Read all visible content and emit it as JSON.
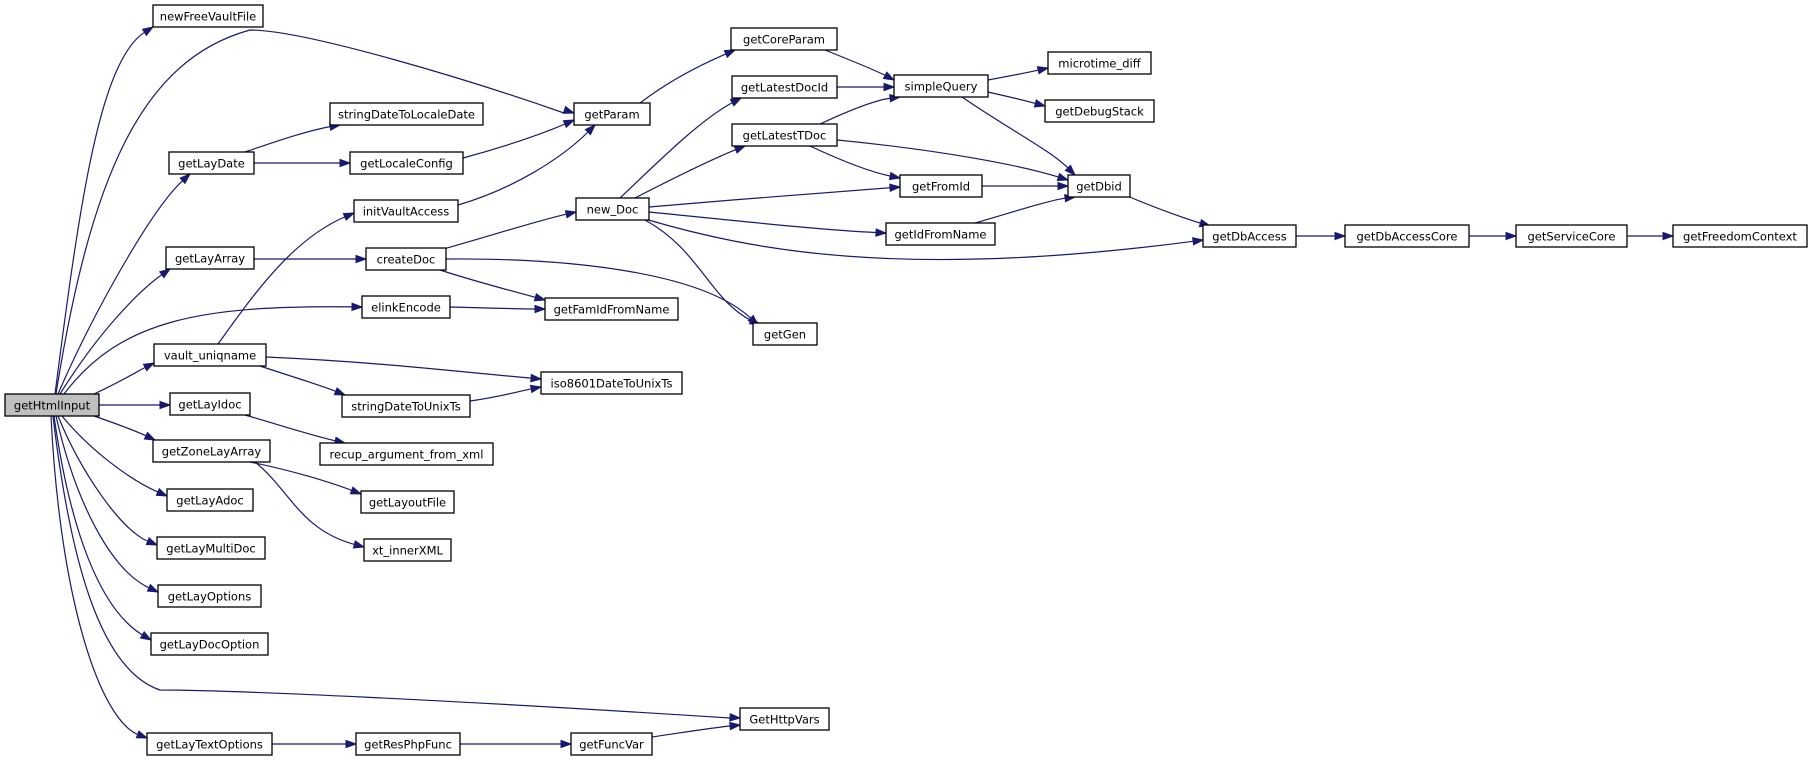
{
  "nodes": {
    "getHtmlInput": "getHtmlInput",
    "newFreeVaultFile": "newFreeVaultFile",
    "getParam": "getParam",
    "getLayDate": "getLayDate",
    "stringDateToLocaleDate": "stringDateToLocaleDate",
    "getLocaleConfig": "getLocaleConfig",
    "getLayArray": "getLayArray",
    "createDoc": "createDoc",
    "initVaultAccess": "initVaultAccess",
    "elinkEncode": "elinkEncode",
    "getFamIdFromName": "getFamIdFromName",
    "vault_uniqname": "vault_uniqname",
    "iso8601DateToUnixTs": "iso8601DateToUnixTs",
    "stringDateToUnixTs": "stringDateToUnixTs",
    "getLayIdoc": "getLayIdoc",
    "recup_argument_from_xml": "recup_argument_from_xml",
    "getZoneLayArray": "getZoneLayArray",
    "getLayoutFile": "getLayoutFile",
    "xt_innerXML": "xt_innerXML",
    "getLayAdoc": "getLayAdoc",
    "getLayMultiDoc": "getLayMultiDoc",
    "getLayOptions": "getLayOptions",
    "getLayDocOption": "getLayDocOption",
    "getLayTextOptions": "getLayTextOptions",
    "getResPhpFunc": "getResPhpFunc",
    "getFuncVar": "getFuncVar",
    "GetHttpVars": "GetHttpVars",
    "getCoreParam": "getCoreParam",
    "simpleQuery": "simpleQuery",
    "microtime_diff": "microtime_diff",
    "getDebugStack": "getDebugStack",
    "getLatestDocId": "getLatestDocId",
    "getLatestTDoc": "getLatestTDoc",
    "new_Doc": "new_Doc",
    "getFromId": "getFromId",
    "getDbid": "getDbid",
    "getIdFromName": "getIdFromName",
    "getGen": "getGen",
    "getDbAccess": "getDbAccess",
    "getDbAccessCore": "getDbAccessCore",
    "getServiceCore": "getServiceCore",
    "getFreedomContext": "getFreedomContext"
  },
  "edges": [
    [
      "getHtmlInput",
      "newFreeVaultFile"
    ],
    [
      "getHtmlInput",
      "getParam"
    ],
    [
      "getHtmlInput",
      "getLayDate"
    ],
    [
      "getHtmlInput",
      "getLayArray"
    ],
    [
      "getHtmlInput",
      "elinkEncode"
    ],
    [
      "getHtmlInput",
      "vault_uniqname"
    ],
    [
      "getHtmlInput",
      "getLayIdoc"
    ],
    [
      "getHtmlInput",
      "getZoneLayArray"
    ],
    [
      "getHtmlInput",
      "getLayAdoc"
    ],
    [
      "getHtmlInput",
      "getLayMultiDoc"
    ],
    [
      "getHtmlInput",
      "getLayOptions"
    ],
    [
      "getHtmlInput",
      "getLayDocOption"
    ],
    [
      "getHtmlInput",
      "GetHttpVars"
    ],
    [
      "getHtmlInput",
      "getLayTextOptions"
    ],
    [
      "getParam",
      "getCoreParam"
    ],
    [
      "getCoreParam",
      "simpleQuery"
    ],
    [
      "getLayDate",
      "stringDateToLocaleDate"
    ],
    [
      "getLayDate",
      "getLocaleConfig"
    ],
    [
      "getLocaleConfig",
      "getParam"
    ],
    [
      "initVaultAccess",
      "getParam"
    ],
    [
      "getLayArray",
      "createDoc"
    ],
    [
      "createDoc",
      "new_Doc"
    ],
    [
      "createDoc",
      "getFamIdFromName"
    ],
    [
      "createDoc",
      "getGen"
    ],
    [
      "elinkEncode",
      "getFamIdFromName"
    ],
    [
      "vault_uniqname",
      "initVaultAccess"
    ],
    [
      "vault_uniqname",
      "iso8601DateToUnixTs"
    ],
    [
      "vault_uniqname",
      "stringDateToUnixTs"
    ],
    [
      "stringDateToUnixTs",
      "iso8601DateToUnixTs"
    ],
    [
      "getLayIdoc",
      "recup_argument_from_xml"
    ],
    [
      "getZoneLayArray",
      "getLayoutFile"
    ],
    [
      "getZoneLayArray",
      "xt_innerXML"
    ],
    [
      "getLayTextOptions",
      "getResPhpFunc"
    ],
    [
      "getResPhpFunc",
      "getFuncVar"
    ],
    [
      "getFuncVar",
      "GetHttpVars"
    ],
    [
      "new_Doc",
      "getLatestDocId"
    ],
    [
      "new_Doc",
      "getLatestTDoc"
    ],
    [
      "new_Doc",
      "getFromId"
    ],
    [
      "new_Doc",
      "getIdFromName"
    ],
    [
      "new_Doc",
      "getGen"
    ],
    [
      "new_Doc",
      "getDbAccess"
    ],
    [
      "getLatestDocId",
      "simpleQuery"
    ],
    [
      "getLatestTDoc",
      "simpleQuery"
    ],
    [
      "getLatestTDoc",
      "getFromId"
    ],
    [
      "getLatestTDoc",
      "getDbid"
    ],
    [
      "simpleQuery",
      "microtime_diff"
    ],
    [
      "simpleQuery",
      "getDebugStack"
    ],
    [
      "simpleQuery",
      "getDbid"
    ],
    [
      "getFromId",
      "getDbid"
    ],
    [
      "getIdFromName",
      "getDbid"
    ],
    [
      "getDbid",
      "getDbAccess"
    ],
    [
      "getDbAccess",
      "getDbAccessCore"
    ],
    [
      "getDbAccessCore",
      "getServiceCore"
    ],
    [
      "getServiceCore",
      "getFreedomContext"
    ]
  ],
  "colors": {
    "edge": "#191970",
    "root_fill": "#bfbfbf",
    "node_fill": "#ffffff",
    "node_border": "#000000"
  }
}
